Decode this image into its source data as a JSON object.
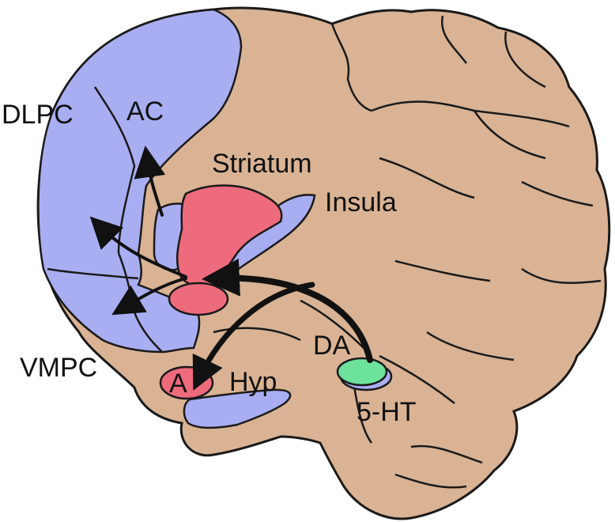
{
  "labels": {
    "dlpc": "DLPC",
    "ac": "AC",
    "striatum": "Striatum",
    "insula": "Insula",
    "vmpc": "VMPC",
    "da": "DA",
    "a": "A",
    "hyp": "Hyp",
    "ht": "5-HT"
  },
  "colors": {
    "brain": "#d9b394",
    "brain_outline": "#1a1a1a",
    "prefrontal": "#a9aef2",
    "striatum": "#ee6b7d",
    "dopamine": "#6de29c",
    "arrow": "#111111"
  }
}
